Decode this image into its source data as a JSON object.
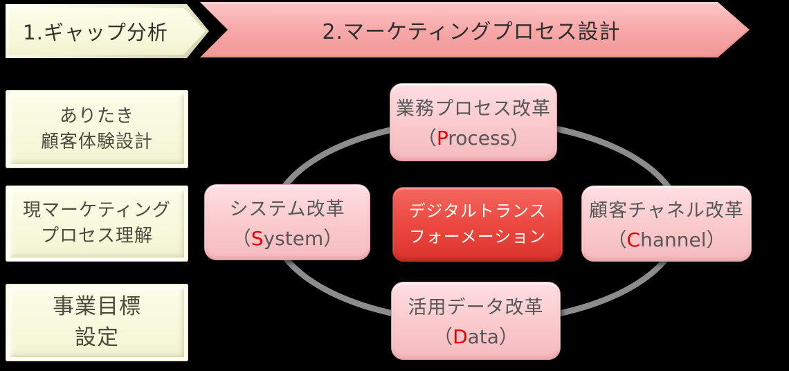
{
  "colors": {
    "background": "#000000",
    "banner_pink": "#F7A3A3",
    "box_pink": "#FAC9CC",
    "red_box": "#EA463D",
    "cream": "#F8F8DC",
    "ellipse_gray": "#8C8C8C",
    "accent_red": "#E60000",
    "text_dark": "#2E2E2E",
    "text_olive": "#4B4B3E",
    "text_gray": "#575757",
    "white_text": "#FFFFFF"
  },
  "process_steps": {
    "step1_label": "1.ギャップ分析",
    "step2_label": "2.マーケティングプロセス設計"
  },
  "left_panel": [
    {
      "line1": "ありたき",
      "line2": "顧客体験設計"
    },
    {
      "line1": "現マーケティング",
      "line2": "プロセス理解"
    },
    {
      "line1": "事業目標",
      "line2": "設定"
    }
  ],
  "cycle": {
    "top": {
      "jp": "業務プロセス改革",
      "latin_prefix": "（",
      "latin_initial": "P",
      "latin_rest": "rocess）"
    },
    "left": {
      "jp": "システム改革",
      "latin_prefix": "（",
      "latin_initial": "S",
      "latin_rest": "ystem）"
    },
    "right": {
      "jp": "顧客チャネル改革",
      "latin_prefix": "（",
      "latin_initial": "C",
      "latin_rest": "hannel）"
    },
    "bottom": {
      "jp": "活用データ改革",
      "latin_prefix": "（",
      "latin_initial": "D",
      "latin_rest": "ata）"
    },
    "center": {
      "line1": "デジタルトランス",
      "line2": "フォーメーション"
    }
  }
}
